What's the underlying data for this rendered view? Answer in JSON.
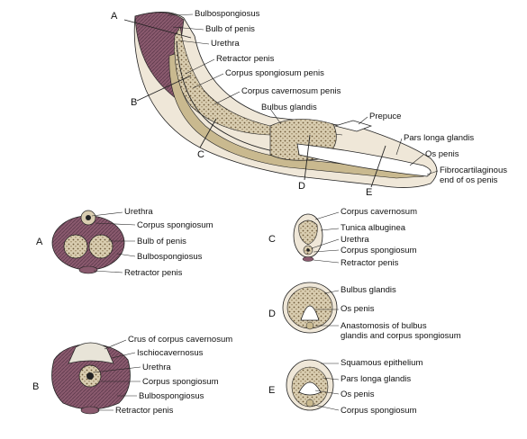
{
  "colors": {
    "muscle": "#8a5a6e",
    "muscle_dark": "#5e3a4c",
    "spongy": "#d9cdb0",
    "spongy_dot": "#6e5a3a",
    "tunica": "#e8e4d8",
    "bone": "#ffffff",
    "skin": "#efe7d8",
    "line": "#222222"
  },
  "longitudinal": {
    "section_marks": [
      "A",
      "B",
      "C",
      "D",
      "E"
    ],
    "labels": [
      "Bulbospongiosus",
      "Bulb of penis",
      "Urethra",
      "Retractor penis",
      "Corpus spongiosum penis",
      "Corpus cavernosum penis",
      "Bulbus glandis",
      "Prepuce",
      "Pars longa glandis",
      "Os penis",
      "Fibrocartilaginous",
      "end of os penis"
    ]
  },
  "sections": {
    "A": {
      "letter": "A",
      "labels": [
        "Urethra",
        "Corpus spongiosum",
        "Bulb of penis",
        "Bulbospongiosus",
        "Retractor penis"
      ]
    },
    "B": {
      "letter": "B",
      "labels": [
        "Crus of corpus cavernosum",
        "Ischiocavernosus",
        "Urethra",
        "Corpus spongiosum",
        "Bulbospongiosus",
        "Retractor penis"
      ]
    },
    "C": {
      "letter": "C",
      "labels": [
        "Corpus cavernosum",
        "Tunica albuginea",
        "Urethra",
        "Corpus spongiosum",
        "Retractor penis"
      ]
    },
    "D": {
      "letter": "D",
      "labels": [
        "Bulbus glandis",
        "Os penis",
        "Anastomosis of bulbus",
        "glandis and corpus spongiosum"
      ]
    },
    "E": {
      "letter": "E",
      "labels": [
        "Squamous epithelium",
        "Pars longa glandis",
        "Os penis",
        "Corpus spongiosum"
      ]
    }
  }
}
